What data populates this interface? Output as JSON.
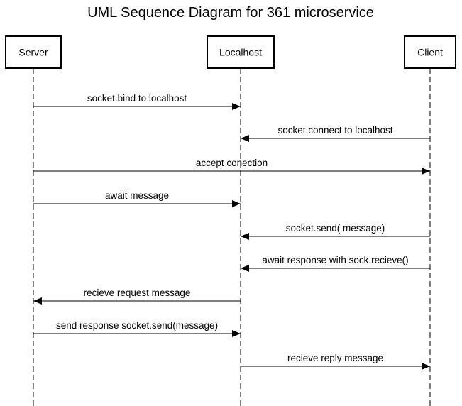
{
  "title": "UML Sequence Diagram for 361 microservice",
  "colors": {
    "line": "#000000",
    "box_fill": "#ffffff",
    "text": "#000000"
  },
  "actors": [
    {
      "id": "server",
      "label": "Server"
    },
    {
      "id": "localhost",
      "label": "Localhost"
    },
    {
      "id": "client",
      "label": "Client"
    }
  ],
  "messages": [
    {
      "from": "server",
      "to": "localhost",
      "label": "socket.bind to localhost"
    },
    {
      "from": "client",
      "to": "localhost",
      "label": "socket.connect to localhost"
    },
    {
      "from": "server",
      "to": "client",
      "label": "accept conection"
    },
    {
      "from": "server",
      "to": "localhost",
      "label": "await message"
    },
    {
      "from": "client",
      "to": "localhost",
      "label": "socket.send( message)"
    },
    {
      "from": "client",
      "to": "localhost",
      "label": "await response with sock.recieve()"
    },
    {
      "from": "localhost",
      "to": "server",
      "label": "recieve request message"
    },
    {
      "from": "server",
      "to": "localhost",
      "label": "send response socket.send(message)"
    },
    {
      "from": "localhost",
      "to": "client",
      "label": "recieve reply message"
    }
  ]
}
